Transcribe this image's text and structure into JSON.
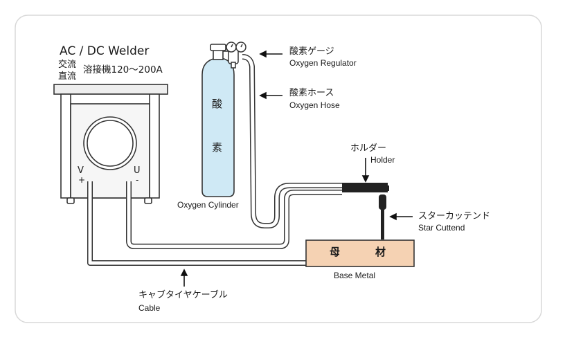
{
  "welder": {
    "title": "AC / DC Welder",
    "line1_jp": "交流",
    "line2_jp": "直流",
    "spec_jp": "溶接機120～200A",
    "terminal_v": "V",
    "terminal_v_sign": "+",
    "terminal_u": "U",
    "terminal_u_sign": "-"
  },
  "cylinder": {
    "char_top": "酸",
    "char_bottom": "素",
    "label": "Oxygen Cylinder"
  },
  "regulator": {
    "label_jp": "酸素ゲージ",
    "label_en": "Oxygen Regulator"
  },
  "hose": {
    "label_jp": "酸素ホース",
    "label_en": "Oxygen Hose"
  },
  "holder": {
    "label_jp": "ホルダー",
    "label_en": "Holder"
  },
  "cuttend": {
    "label_jp": "スターカッテンド",
    "label_en": "Star Cuttend"
  },
  "base_metal": {
    "char_left": "母",
    "char_right": "材",
    "label": "Base Metal"
  },
  "cable": {
    "label_jp": "キャブタイヤケーブル",
    "label_en": "Cable"
  },
  "colors": {
    "line": "#333333",
    "cylinder_fill": "#cfe9f5",
    "base_metal_fill": "#f5d2b3",
    "welder_fill": "#eeeeee",
    "panel_border": "#d8d8d8"
  }
}
